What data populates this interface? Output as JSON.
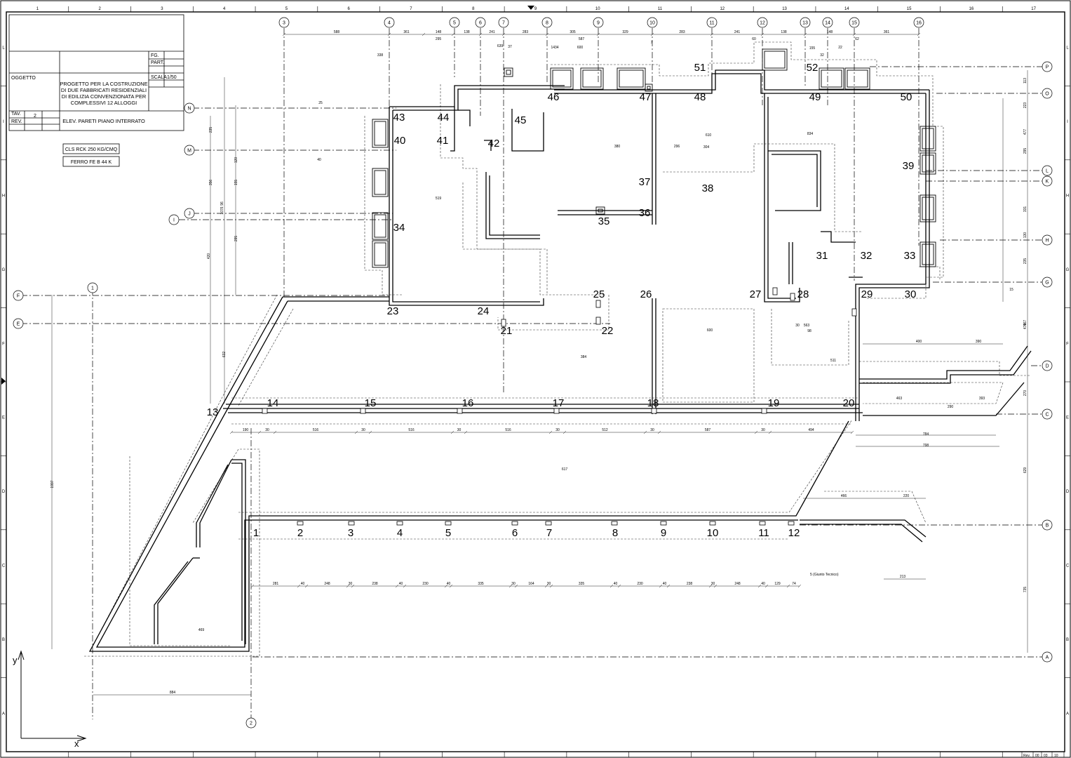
{
  "title_block": {
    "oggetto_label": "OGGETTO",
    "tav_label": "TAV.",
    "tav_value": "2",
    "rev_label": "REV.",
    "fg_label": "FG.",
    "part_label": "PART.",
    "scala_label": "SCALA",
    "scala_value": "1/50",
    "project_lines": [
      "PROGETTO PER LA COSTRUZIONE",
      "DI DUE FABBRICATI RESIDENZIALI",
      "DI EDILIZIA CONVENZIONATA PER",
      "COMPLESSIVI 12 ALLOGGI"
    ],
    "drawing_title": "ELEV. PARETI PIANO INTERRATO"
  },
  "materials": {
    "concrete": "CLS RCK 250 KG/CMQ",
    "steel": "FERRO FE B 44 K"
  },
  "grid_columns": [
    "1",
    "2",
    "3",
    "4",
    "5",
    "6",
    "7",
    "8",
    "9",
    "10",
    "11",
    "12",
    "13",
    "14",
    "15",
    "16"
  ],
  "grid_rows": [
    "A",
    "B",
    "C",
    "D",
    "E",
    "F",
    "G",
    "H",
    "I",
    "J",
    "K",
    "L",
    "M",
    "N",
    "O",
    "P"
  ],
  "border_cols": [
    "1",
    "2",
    "3",
    "4",
    "5",
    "6",
    "7",
    "8",
    "9",
    "10",
    "11",
    "12",
    "13",
    "14",
    "15",
    "16",
    "17"
  ],
  "border_rows": [
    "A",
    "B",
    "C",
    "D",
    "E",
    "F",
    "G",
    "H",
    "I",
    "L"
  ],
  "wall_labels": [
    "1",
    "2",
    "3",
    "4",
    "5",
    "6",
    "7",
    "8",
    "9",
    "10",
    "11",
    "12",
    "13",
    "14",
    "15",
    "16",
    "17",
    "18",
    "19",
    "20",
    "21",
    "22",
    "23",
    "24",
    "25",
    "26",
    "27",
    "28",
    "29",
    "30",
    "31",
    "32",
    "33",
    "34",
    "35",
    "36",
    "37",
    "38",
    "39",
    "40",
    "41",
    "42",
    "43",
    "44",
    "45",
    "46",
    "47",
    "48",
    "49",
    "50",
    "51",
    "52"
  ],
  "dimensions": {
    "bottom_row": [
      "281",
      "40",
      "248",
      "30",
      "238",
      "40",
      "230",
      "40",
      "335",
      "30",
      "164",
      "30",
      "335",
      "40",
      "230",
      "40",
      "238",
      "30",
      "248",
      "40",
      "129",
      "74"
    ],
    "mid_row": [
      "190",
      "30",
      "516",
      "30",
      "516",
      "30",
      "516",
      "30",
      "512",
      "30",
      "587",
      "30",
      "494"
    ],
    "top_row": [
      "588",
      "361",
      "148",
      "138",
      "241",
      "283",
      "305",
      "329",
      "283",
      "241",
      "138",
      "148",
      "361"
    ],
    "right_side": [
      "113",
      "223",
      "477",
      "295",
      "331",
      "130",
      "235",
      "467",
      "479",
      "270",
      "629",
      "735"
    ],
    "left_side": [
      "1997",
      "632",
      "420",
      "356",
      "235",
      "120",
      "155",
      "96",
      "295",
      "1076"
    ],
    "misc": [
      "884",
      "469",
      "466",
      "220",
      "213",
      "798",
      "784",
      "400",
      "390",
      "463",
      "393",
      "600",
      "610",
      "834",
      "519",
      "380",
      "296",
      "304",
      "290",
      "40",
      "25",
      "15",
      "7",
      "37",
      "30",
      "98",
      "511",
      "384",
      "617",
      "587",
      "600",
      "1434",
      "155",
      "32",
      "22",
      "62",
      "60",
      "295",
      "639",
      "563",
      "338",
      "384",
      "93"
    ]
  },
  "note_giunto": "5 (Giunto Tecnico)",
  "axes": {
    "x": "x",
    "y": "y"
  },
  "footer": {
    "rev": "Rev.",
    "cells": [
      "00",
      "03",
      "10"
    ]
  }
}
